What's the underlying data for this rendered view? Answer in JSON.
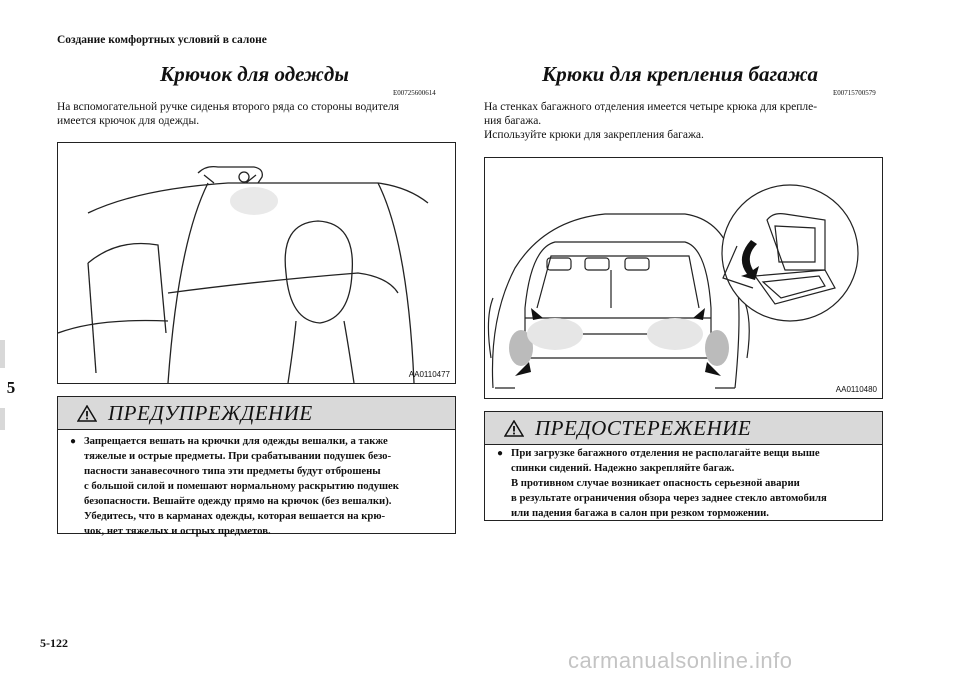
{
  "header": {
    "section_title": "Создание комфортных условий в салоне"
  },
  "chapter_tab": "5",
  "left": {
    "title": "Крючок для одежды",
    "code": "E00725600614",
    "text_lines": [
      "На вспомогательной ручке сиденья второго ряда со стороны водителя",
      "имеется крючок для одежды."
    ],
    "figure_label": "AA0110477"
  },
  "right": {
    "title": "Крюки для крепления багажа",
    "code": "E00715700579",
    "text_lines": [
      "На стенках багажного отделения имеется четыре крюка для крепле-",
      "ния багажа.",
      "Используйте крюки для закрепления багажа."
    ],
    "figure_label": "AA0110480"
  },
  "warning": {
    "title": "ПРЕДУПРЕЖДЕНИЕ",
    "icon": "warning-triangle-icon",
    "bullet": "●",
    "lines": [
      "Запрещается вешать на крючки для одежды вешалки, а также",
      "тяжелые и острые предметы. При срабатывании подушек безо-",
      "пасности занавесочного типа эти предметы будут отброшены",
      "с большой силой и помешают нормальному раскрытию подушек",
      "безопасности. Вешайте одежду прямо на крючок (без вешалки).",
      "Убедитесь, что в карманах одежды, которая вешается на крю-",
      "чок, нет тяжелых и острых предметов."
    ]
  },
  "caution": {
    "title": "ПРЕДОСТЕРЕЖЕНИЕ",
    "icon": "warning-triangle-icon",
    "bullet": "●",
    "lines": [
      "При загрузке багажного отделения не располагайте вещи выше",
      "спинки сидений. Надежно закрепляйте багаж.",
      "В противном случае возникает опасность серьезной аварии",
      "в результате ограничения обзора через заднее стекло автомобиля",
      "или падения багажа в салон при резком торможении."
    ]
  },
  "page_number": "5-122",
  "watermark": "carmanualsonline.info"
}
